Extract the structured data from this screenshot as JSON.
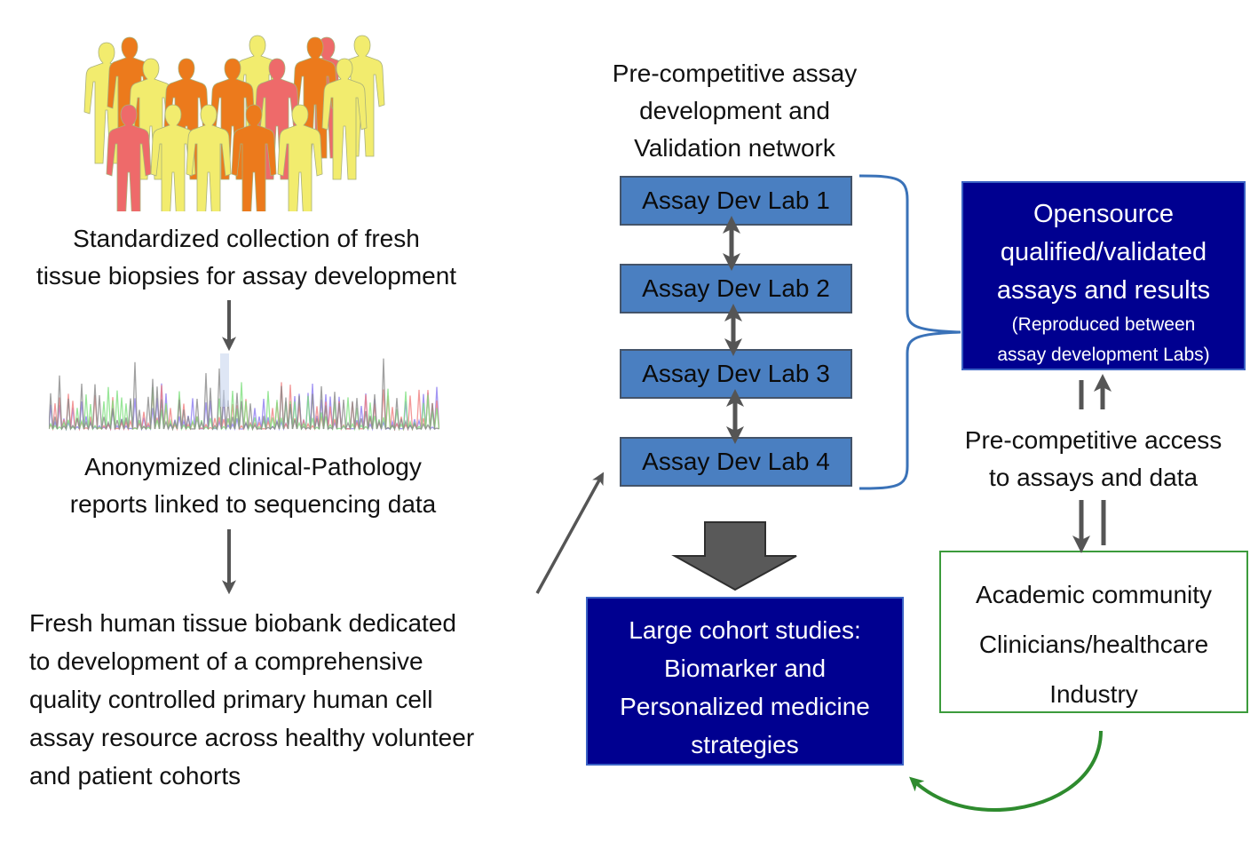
{
  "left_column": {
    "population_image": {
      "icon": "human-figures-icon",
      "colors": {
        "yellow": "#f2ec6e",
        "orange": "#ec7a1c",
        "pink": "#ee6a6a"
      }
    },
    "step1": {
      "lines": [
        "Standardized collection of fresh",
        "tissue biopsies for assay development"
      ]
    },
    "sequencing_image": {
      "icon": "dna-sequencing-chromatogram-icon"
    },
    "step2": {
      "lines": [
        "Anonymized clinical-Pathology",
        "reports linked to sequencing data"
      ]
    },
    "step3": {
      "lines": [
        "Fresh human tissue biobank dedicated",
        "to development of a comprehensive",
        "quality controlled primary human cell",
        "assay resource across healthy volunteer",
        "and patient cohorts"
      ]
    }
  },
  "network": {
    "title_lines": [
      "Pre-competitive assay",
      "development and",
      "Validation network"
    ],
    "labs": [
      {
        "label": "Assay Dev Lab 1"
      },
      {
        "label": "Assay Dev Lab 2"
      },
      {
        "label": "Assay Dev Lab 3"
      },
      {
        "label": "Assay Dev Lab 4"
      }
    ]
  },
  "opensource_box": {
    "lines": [
      "Opensource",
      "qualified/validated",
      "assays and results"
    ],
    "sub_lines": [
      "(Reproduced between",
      "assay development Labs)"
    ]
  },
  "access_label": {
    "lines": [
      "Pre-competitive access",
      "to assays  and data"
    ]
  },
  "stakeholders_box": {
    "lines": [
      "Academic community",
      "Clinicians/healthcare",
      "Industry"
    ]
  },
  "cohort_box": {
    "lines": [
      "Large cohort studies:",
      "Biomarker and",
      "Personalized medicine",
      "strategies"
    ]
  },
  "colors": {
    "lab_fill": "#4a7fc1",
    "dark_box_fill": "#000090",
    "arrow_gray": "#555555",
    "bracket_blue": "#3a72b8",
    "green": "#2e8b2e"
  }
}
